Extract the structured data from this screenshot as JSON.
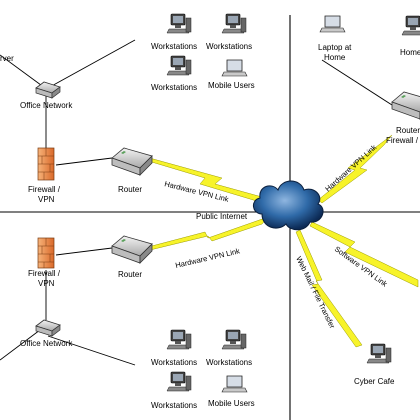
{
  "labels": {
    "office_network_top": "Office Network",
    "office_network_bottom": "Office Network",
    "firewall_vpn_left_top": "Firewall /",
    "firewall_vpn_left_top_2": "VPN",
    "firewall_vpn_left_bottom": "Firewall /",
    "firewall_vpn_left_bottom_2": "VPN",
    "router_top": "Router",
    "router_bottom": "Router",
    "router_right": "Router",
    "firewall_vpn_right": "Firewall /",
    "workstations_1": "Workstations",
    "workstations_2": "Workstations",
    "workstations_3": "Workstations",
    "mobile_users_top": "Mobile Users",
    "workstations_4": "Workstations",
    "workstations_5": "Workstations",
    "workstations_6": "Workstations",
    "mobile_users_bottom": "Mobile Users",
    "laptop_at_home": "Laptop at",
    "laptop_at_home_2": "Home",
    "home_fragment": "Home",
    "public_internet": "Public Internet",
    "hardware_vpn_top": "Hardware VPN Link",
    "hardware_vpn_bottom": "Hardware VPN Link",
    "hardware_vpn_right": "Hardware VPN Link",
    "software_vpn": "Software VPN Link",
    "web_mail": "Web Mail / File Transfer",
    "cyber_cafe": "Cyber Cafe",
    "server_fragment": "rver"
  },
  "icons": {
    "workstation": "workstation-icon",
    "laptop": "laptop-icon",
    "router": "router-icon",
    "firewall": "firewall-icon",
    "cloud": "cloud-icon",
    "switch": "switch-icon"
  },
  "colors": {
    "lightning": "#f7f32a",
    "firewall": "#e98a3c",
    "cloud": "#2f6aa8"
  }
}
